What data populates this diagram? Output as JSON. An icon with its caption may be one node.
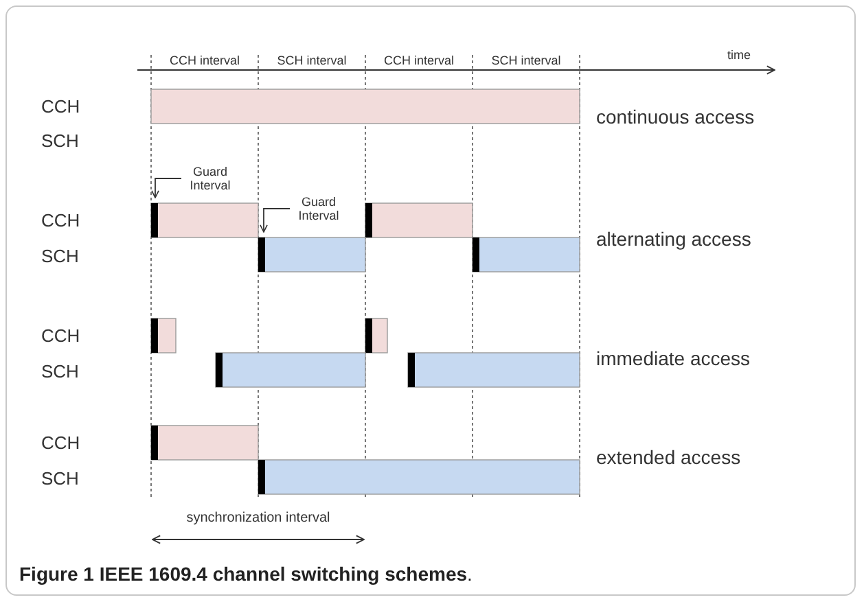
{
  "diagram": {
    "caption": "**Figure 1 IEEE 1609.4 channel switching schemes**.",
    "nodes": [
      {
        "text": [
          "Guard Interval"
        ]
      },
      {
        "text": [
          "Guard Interval"
        ]
      }
    ],
    "edges": [
      {
        "from": 0,
        "to": null,
        "arrow": "to"
      },
      {
        "from": 1,
        "to": null,
        "arrow": "to"
      }
    ],
    "labels": [
      "CCH interval",
      "SCH interval",
      "CCH interval",
      "SCH interval",
      "time",
      "CCH",
      "continuous access",
      "SCH",
      "CCH",
      "alternating access",
      "SCH",
      "CCH",
      "immediate access",
      "SCH",
      "CCH",
      "extended access",
      "SCH",
      "synchronization interval"
    ]
  }
}
